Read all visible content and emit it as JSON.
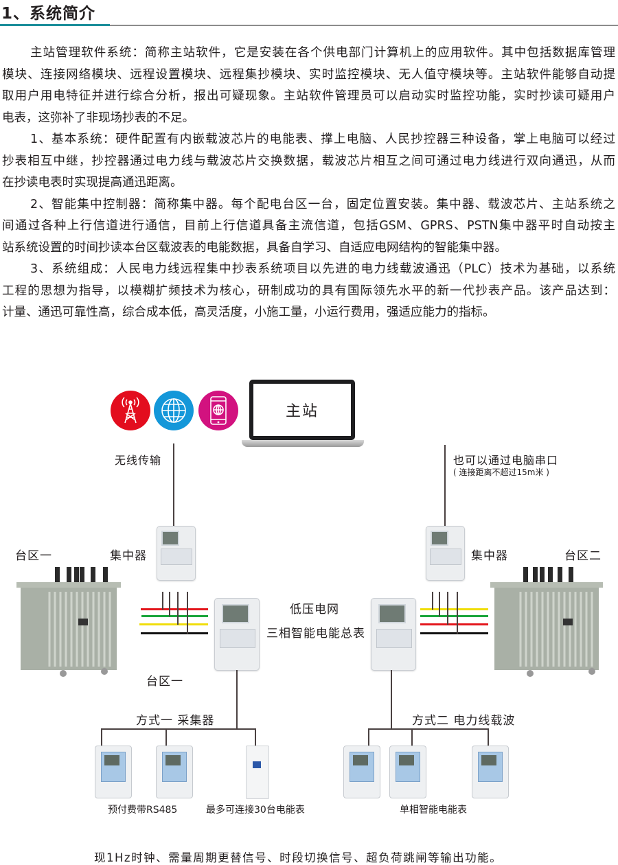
{
  "section_title": "1、系统简介",
  "paragraph_lines": [
    "主站管理软件系统：简称主站软件，它是安装在各个供电部门计算机上的应用软件。其中包括数据库管理",
    "模块、连接网络模块、远程设置模块、远程集抄模块、实时监控模块、无人值守模块等。主站软件能够自动提",
    "取用户用电特征并进行综合分析，报出可疑现象。主站软件管理员可以启动实时监控功能，实时抄读可疑用户",
    "电表，这弥补了非现场抄表的不足。",
    "1、基本系统：硬件配置有内嵌载波芯片的电能表、撑上电脑、人民抄控器三种设备，掌上电脑可以经过",
    "抄表相互中继，抄控器通过电力线与载波芯片交换数据，载波芯片相互之间可通过电力线进行双向通迅，从而",
    "在抄读电表时实现提高通迅距离。",
    "2、智能集中控制器：简称集中器。每个配电台区一台，固定位置安装。集中器、载波芯片、主站系统之",
    "间通过各种上行信道进行通信，目前上行信道具备主流信道，包括GSM、GPRS、PSTN集中器平时自动按主",
    "站系统设置的时间抄读本台区载波表的电能数据，具备自学习、自适应电网结构的智能集中器。",
    "3、系统组成：人民电力线远程集中抄表系统项目以先进的电力线载波通迅（PLC）技术为基础，以系统",
    "工程的思想为指导，以模糊扩频技术为核心，研制成功的具有国际领先水平的新一代抄表产品。该产品达到：",
    "计量、通迅可靠性高，综合成本低，高灵活度，小施工量，小运行费用，强适应能力的指标。"
  ],
  "diagram": {
    "master_station": "主站",
    "wireless_label": "无线传输",
    "serial_label": "也可以通过电脑串口",
    "serial_note": "( 连接距离不超过15m米 )",
    "area_one": "台区一",
    "area_two": "台区二",
    "concentrator_left": "集中器",
    "concentrator_right": "集中器",
    "low_voltage_grid": "低压电网",
    "three_phase_meter": "三相智能电能总表",
    "area_one_bottom": "台区一",
    "method_one": "方式一 采集器",
    "method_two": "方式二 电力线载波",
    "caption_prepaid": "预付费带RS485",
    "caption_collector": "最多可连接30台电能表",
    "caption_single_phase": "单相智能电能表",
    "icons": [
      "signal-tower-icon",
      "globe-icon",
      "mobile-globe-icon"
    ],
    "colors": {
      "tower": "#e30d1e",
      "globe": "#1497d9",
      "mobile": "#d2127f",
      "wire_red": "#e3161c",
      "wire_green": "#19a53a",
      "wire_yellow": "#f0dd0a",
      "wire_black": "#111111"
    }
  },
  "footer_text": "现1Hz时钟、需量周期更替信号、时段切换信号、超负荷跳闸等输出功能。"
}
